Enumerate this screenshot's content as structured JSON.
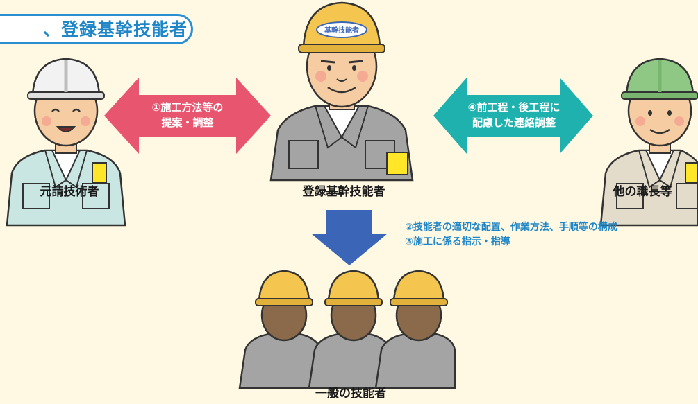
{
  "title": "、登録基幹技能者",
  "helmet_badge": "基幹技能者",
  "arrows": {
    "left": {
      "line1": "①施工方法等の",
      "line2": "提案・調整",
      "color": "#e8556f"
    },
    "right": {
      "line1": "④前工程・後工程に",
      "line2": "配慮した連絡調整",
      "color": "#1eb1ad"
    },
    "down": {
      "color": "#3b66b8"
    }
  },
  "people": {
    "left": {
      "label": "元請技術者"
    },
    "center": {
      "label": "登録基幹技能者"
    },
    "right": {
      "label": "他の職長等"
    },
    "bottom": {
      "label": "一般の技能者"
    }
  },
  "duties": {
    "line1": "②技能者の適切な配置、作業方法、手順等の構成",
    "line2": "③施工に係る指示・指導"
  },
  "colors": {
    "background": "#fff8e3",
    "title": "#1f86c7",
    "helmet_yellow": "#f4c64f",
    "helmet_white": "#f2f2f2",
    "helmet_green": "#8fc884"
  }
}
